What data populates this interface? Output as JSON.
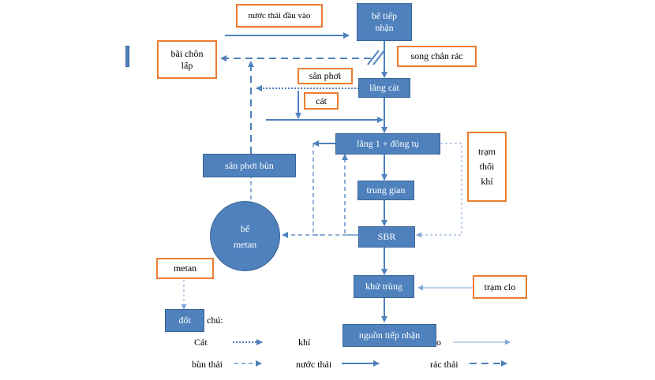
{
  "nodes": {
    "input_water": "nước thải đầu vào",
    "receiving_tank": "bể tiếp\nnhận",
    "landfill": "bãi chôn\nlấp",
    "screen": "song chắn rác",
    "drying_bed": "sân phơi",
    "grit_chamber": "lắng cát",
    "sand": "cát",
    "settling_coag": "lắng 1 + đông tụ",
    "blower_station": "trạm\nthổi\nkhí",
    "sludge_drying_bed": "sân phơi bùn",
    "intermediate": "trung gian",
    "methane_tank": "bể\nmetan",
    "sbr": "SBR",
    "methane": "metan",
    "disinfection": "khử trùng",
    "chlorine_station": "trạm  clo",
    "burn": "đốt",
    "outlet": "nguồn tiếp nhận"
  },
  "legend": {
    "title_fragment": "chú:",
    "sand": "Cát",
    "air": "khí",
    "o_fragment": "o",
    "sludge": "bùn thải",
    "wastewater": "nước thải",
    "solid_waste": "rác thải"
  },
  "colors": {
    "process_fill": "#4f81bd",
    "label_border": "#ed7d31",
    "flow_line": "#4f81bd",
    "thin_line": "#7fa7d8"
  }
}
